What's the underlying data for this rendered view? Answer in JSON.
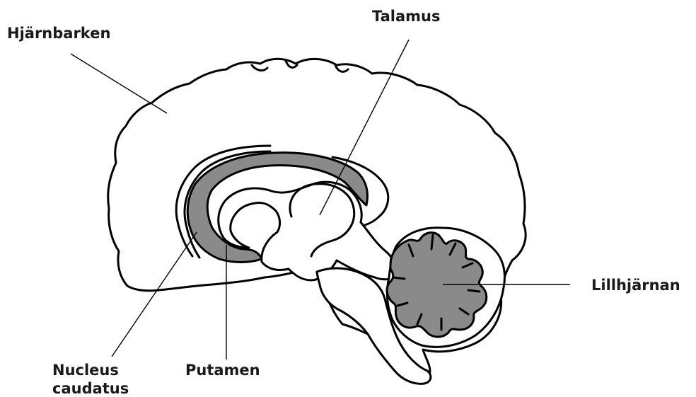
{
  "labels": {
    "cortex": "Hjärnbarken",
    "thalamus": "Talamus",
    "cerebellum": "Lillhjärnan",
    "caudate_line1": "Nucleus",
    "caudate_line2": "caudatus",
    "putamen": "Putamen"
  },
  "colors": {
    "background": "#ffffff",
    "outline": "#000000",
    "gray_matter": "#8a8a8a",
    "label_text": "#1a1a1a"
  }
}
